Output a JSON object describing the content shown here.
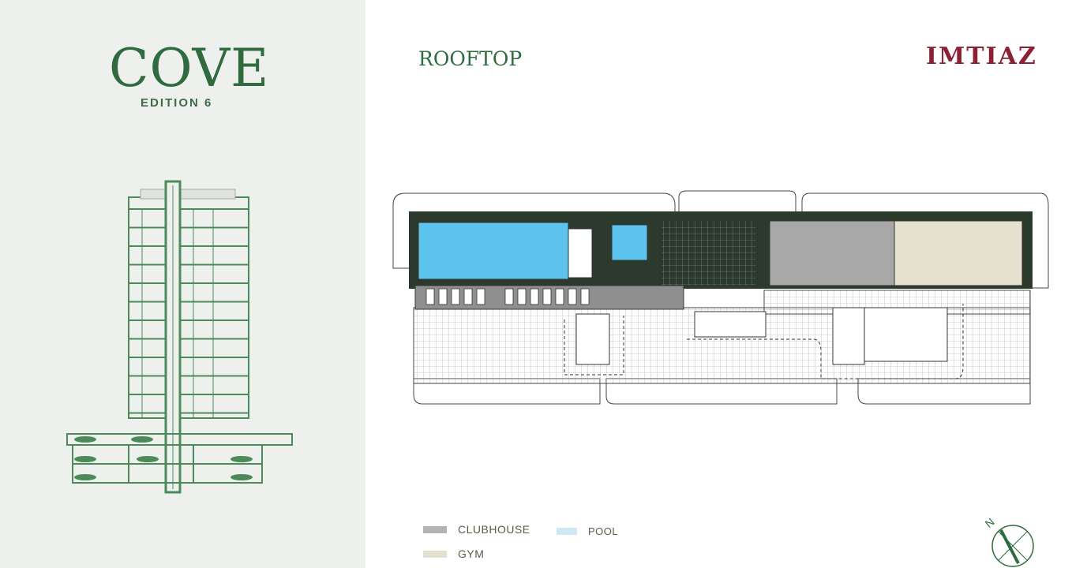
{
  "brand": {
    "name": "COVE",
    "edition": "EDITION 6"
  },
  "title": "ROOFTOP",
  "developer_logo": "IMTIAZ",
  "legend": [
    {
      "label": "CLUBHOUSE",
      "color": "#b3b3b3"
    },
    {
      "label": "GYM",
      "color": "#e3dfd2"
    },
    {
      "label": "POOL",
      "color": "#cfe9f4"
    }
  ],
  "compass": {
    "label": "N"
  },
  "colors": {
    "green": "#2f6b3e",
    "pool": "#5bc3ec",
    "clubhouse": "#a8a8a8",
    "gym": "#e6e0cf",
    "planting": "#2b3a2c"
  }
}
